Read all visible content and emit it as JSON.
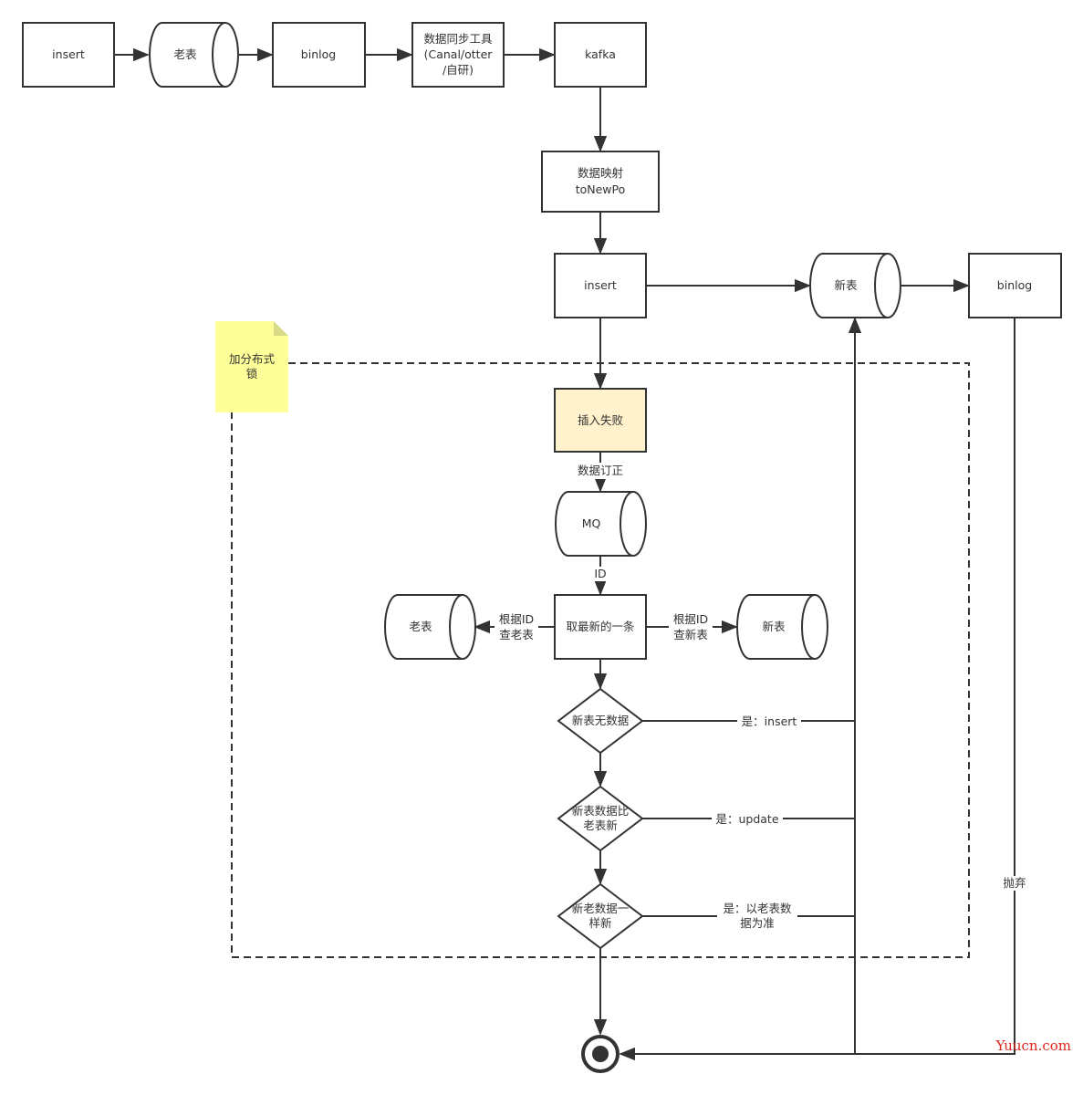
{
  "diagram": {
    "nodes": {
      "insert_top": "insert",
      "old_table_top": "老表",
      "binlog_top": "binlog",
      "sync_tool_line1": "数据同步工具",
      "sync_tool_line2": "(Canal/otter",
      "sync_tool_line3": "/自研)",
      "kafka": "kafka",
      "mapping_line1": "数据映射",
      "mapping_line2": "toNewPo",
      "insert_mid": "insert",
      "new_table_mid": "新表",
      "binlog_right": "binlog",
      "insert_fail": "插入失败",
      "mq": "MQ",
      "take_latest": "取最新的一条",
      "old_table_lookup": "老表",
      "new_table_lookup": "新表",
      "decision_no_data": "新表无数据",
      "decision_newer_line1": "新表数据比",
      "decision_newer_line2": "老表新",
      "decision_same_line1": "新老数据一",
      "decision_same_line2": "样新"
    },
    "note": {
      "line1": "加分布式",
      "line2": "锁",
      "color": "#ffff99"
    },
    "edge_labels": {
      "data_correction": "数据订正",
      "id": "ID",
      "query_old_line1": "根据ID",
      "query_old_line2": "查老表",
      "query_new_line1": "根据ID",
      "query_new_line2": "查新表",
      "yes_insert": "是：insert",
      "yes_update": "是：update",
      "yes_old_line1": "是：以老表数",
      "yes_old_line2": "据为准",
      "discard": "抛弃"
    },
    "highlight_color": "#fff2cc",
    "watermark": "Yuucn.com"
  }
}
